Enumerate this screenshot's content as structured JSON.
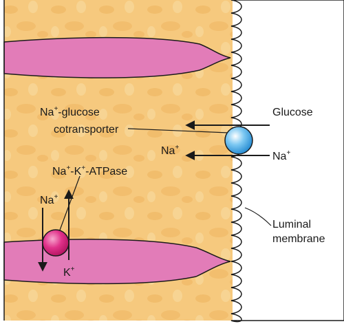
{
  "labels": {
    "cotransporter_line1_pre": "Na",
    "cotransporter_line1_sup": "+",
    "cotransporter_line1_post": "-glucose",
    "cotransporter_line2": "cotransporter",
    "glucose": "Glucose",
    "na_right": "Na",
    "na_right_sup": "+",
    "na_left": "Na",
    "na_left_sup": "+",
    "pump_p1": "Na",
    "pump_s1": "+",
    "pump_p2": "-K",
    "pump_s2": "+",
    "pump_p3": "-ATPase",
    "pump_na": "Na",
    "pump_na_sup": "+",
    "pump_k": "K",
    "pump_k_sup": "+",
    "luminal_line1": "Luminal",
    "luminal_line2": "membrane"
  },
  "colors": {
    "cytoplasm": "#F6C97E",
    "cytoplasm_mottle": "#EDB25C",
    "intercellular_space": "#E27CB8",
    "pump": "#D81F77",
    "cotransporter": "#3DA6E6",
    "outline": "#1a1a1a"
  }
}
